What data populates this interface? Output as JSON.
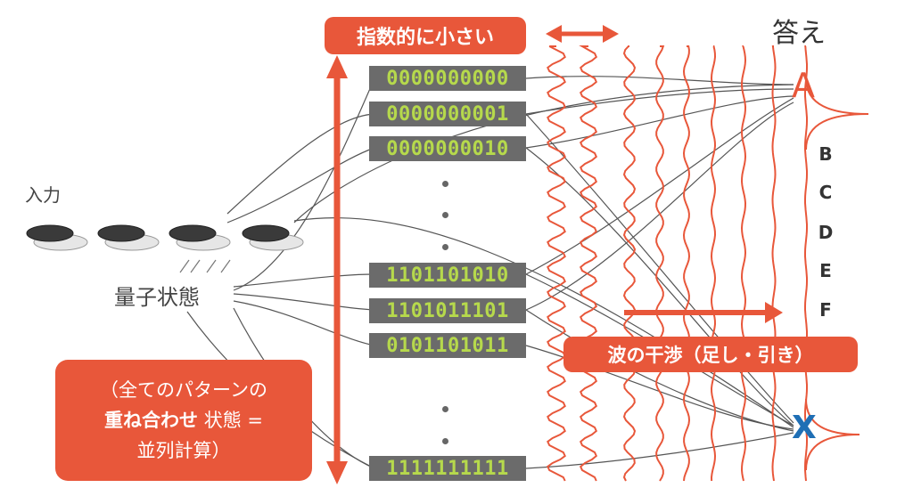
{
  "title_small": "指数的に小さい",
  "answer_label": "答え",
  "input_label": "入力",
  "quantum_state_label": "量子状態",
  "bitstrings": [
    "0000000000",
    "0000000001",
    "0000000010",
    "1101101010",
    "1101011101",
    "0101101011",
    "1111111111"
  ],
  "interference_label": "波の干渉（足し・引き）",
  "superposition": {
    "line1": "（全てのパターンの",
    "line2_bold": "重ね合わせ",
    "line2_rest": " 状態 =",
    "line3": "並列計算）"
  },
  "answers": {
    "a": "A",
    "others": [
      "B",
      "C",
      "D",
      "E",
      "F"
    ],
    "x": "X"
  },
  "colors": {
    "accent": "#e8573a",
    "bit_text": "#b6d94c",
    "bit_bg": "#6b6b6b",
    "x_color": "#1f6fb5",
    "line_gray": "#555555"
  }
}
